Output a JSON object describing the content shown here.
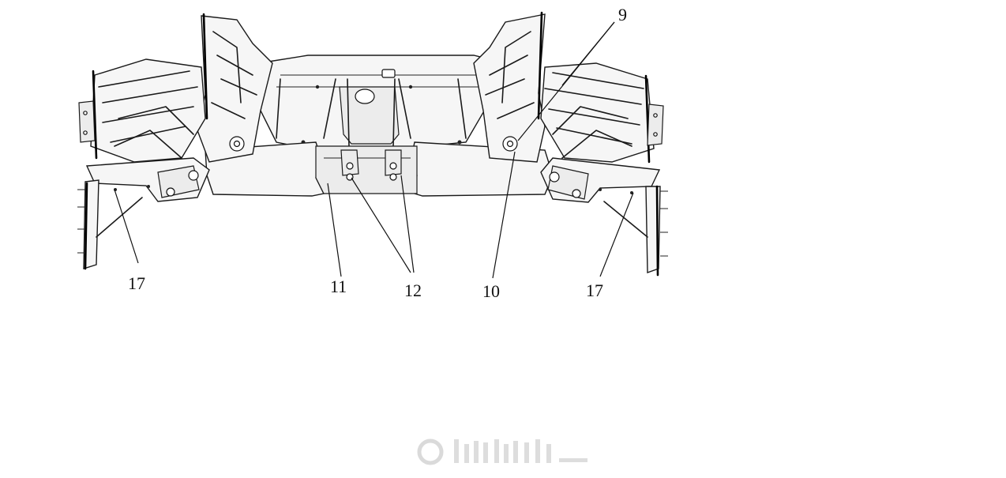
{
  "callouts": [
    {
      "id": "c9",
      "text": "9"
    },
    {
      "id": "c17-left",
      "text": "17"
    },
    {
      "id": "c11",
      "text": "11"
    },
    {
      "id": "c12",
      "text": "12"
    },
    {
      "id": "c10",
      "text": "10"
    },
    {
      "id": "c17-right",
      "text": "17"
    }
  ],
  "watermark": {
    "kind": "platform-logo",
    "text": "",
    "color": "#d0d0d0"
  }
}
